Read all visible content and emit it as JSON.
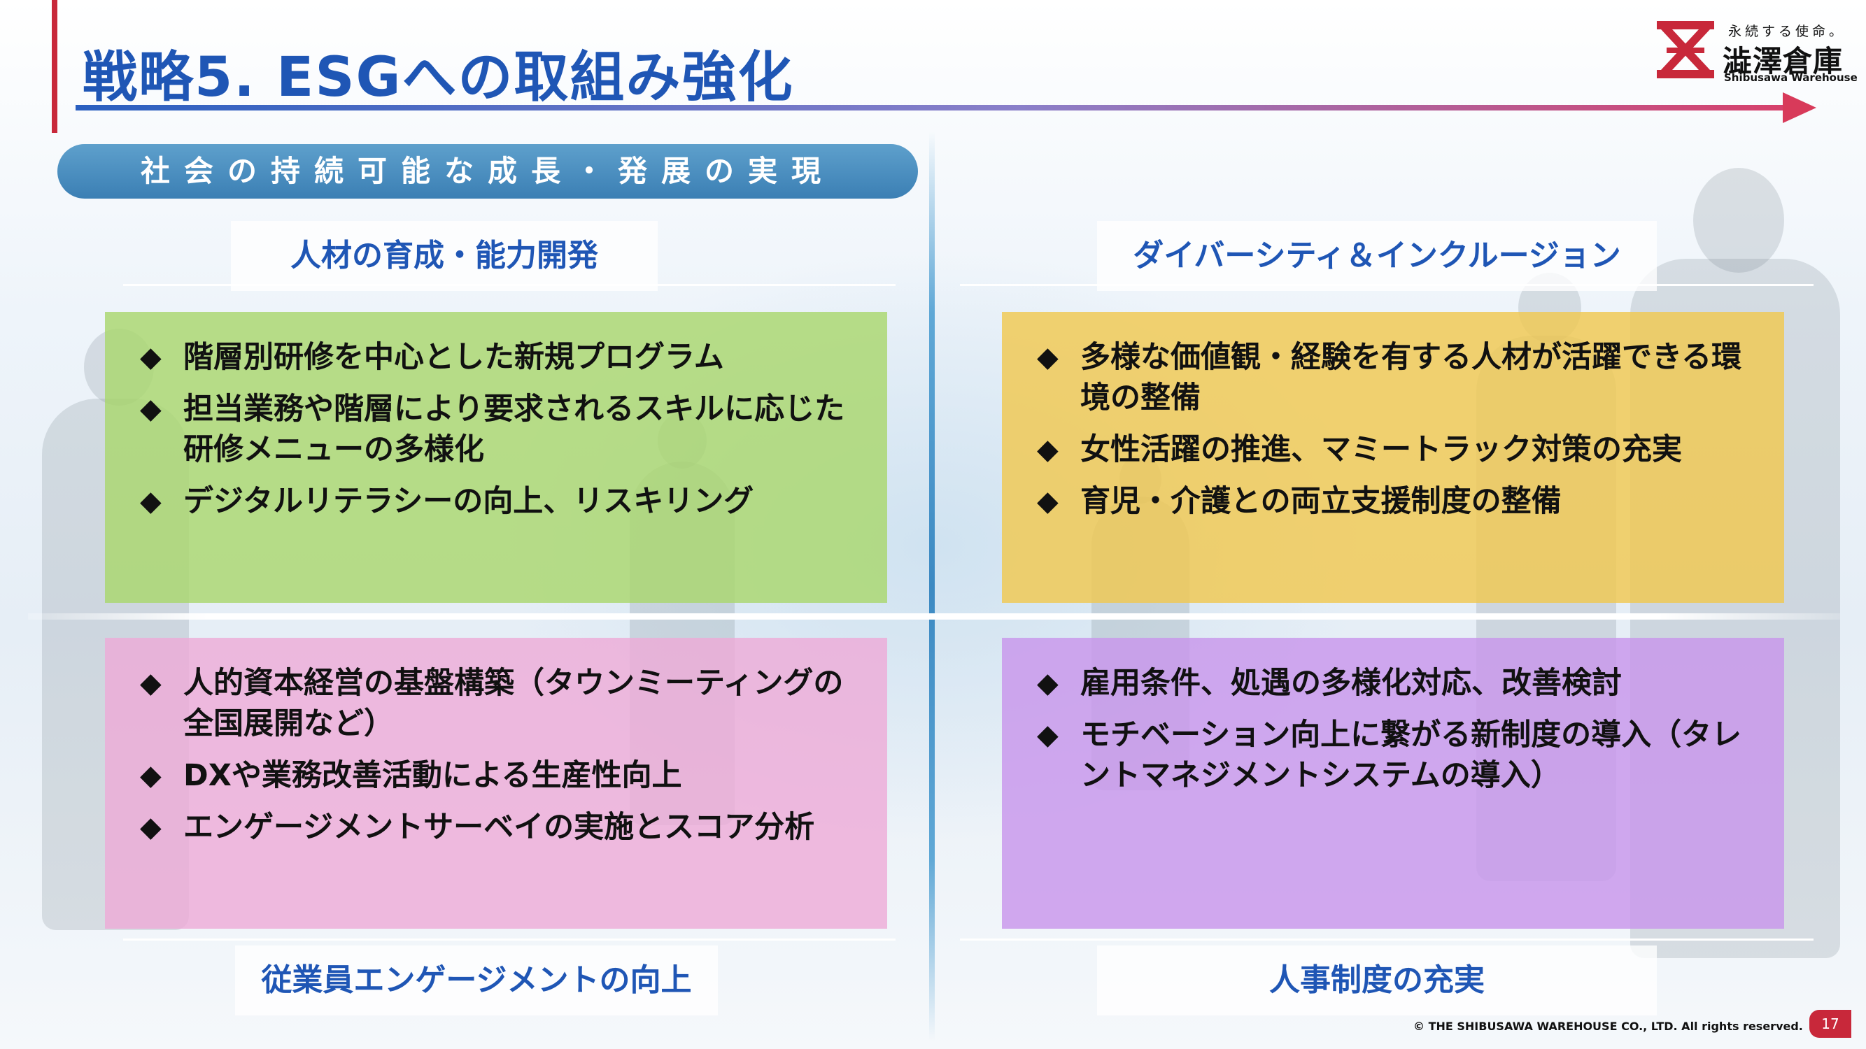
{
  "header": {
    "title": "戦略5. ESGへの取組み強化",
    "accent_color": "#c8283a",
    "title_color": "#1f56b5"
  },
  "logo": {
    "tagline": "永続する使命。",
    "name": "澁澤倉庫",
    "english": "Shibusawa Warehouse",
    "icon": "shibusawa-logo-mark"
  },
  "banner": {
    "text": "社会の持続可能な成長・発展の実現"
  },
  "quadrants": {
    "top_left": {
      "heading": "人材の育成・能力開発",
      "color": "#aad76e",
      "items": [
        "階層別研修を中心とした新規プログラム",
        "担当業務や階層により要求されるスキルに応じた研修メニューの多様化",
        "デジタルリテラシーの向上、リスキリング"
      ]
    },
    "top_right": {
      "heading": "ダイバーシティ＆インクルージョン",
      "color": "#f0c850",
      "items": [
        "多様な価値観・経験を有する人材が活躍できる環境の整備",
        "女性活躍の推進、マミートラック対策の充実",
        "育児・介護との両立支援制度の整備"
      ]
    },
    "bottom_left": {
      "heading": "従業員エンゲージメントの向上",
      "color": "#eeaad7",
      "items": [
        "人的資本経営の基盤構築（タウンミーティングの全国展開など）",
        "DXや業務改善活動による生産性向上",
        "エンゲージメントサーベイの実施とスコア分析"
      ]
    },
    "bottom_right": {
      "heading": "人事制度の充実",
      "color": "#c896eb",
      "items": [
        "雇用条件、処遇の多様化対応、改善検討",
        "モチベーション向上に繋がる新制度の導入（タレントマネジメントシステムの導入）"
      ]
    }
  },
  "bullet_glyph": "◆",
  "footer": {
    "copyright": "© THE SHIBUSAWA WAREHOUSE CO., LTD. All rights reserved.",
    "page_number": "17"
  }
}
